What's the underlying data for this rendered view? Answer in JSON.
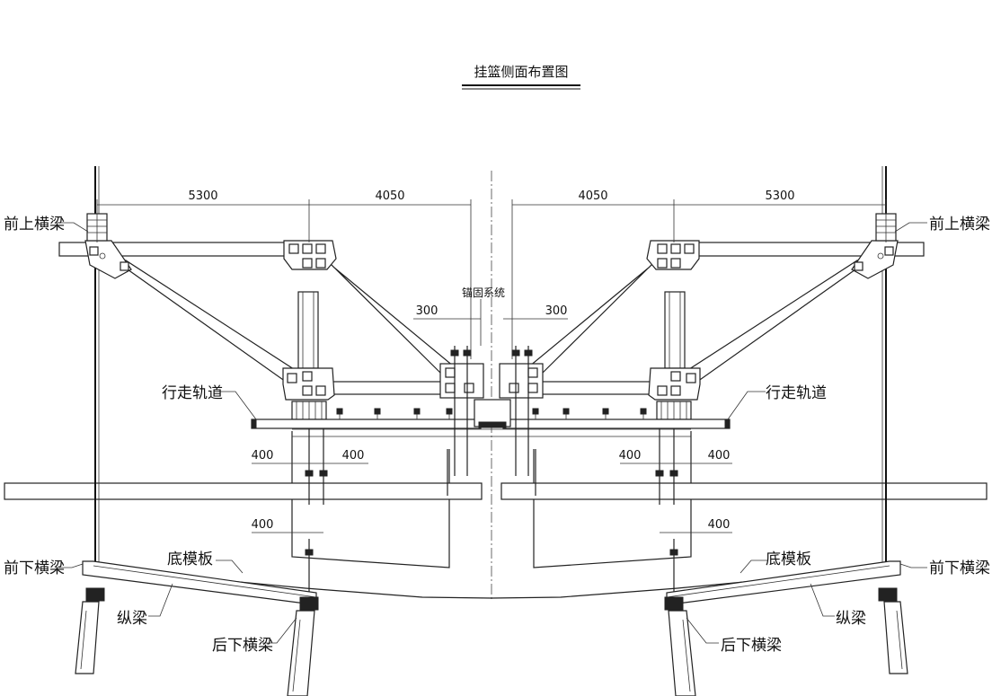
{
  "title": "挂篮侧面布置图",
  "labels": {
    "front_upper_beam": "前上横梁",
    "walking_track": "行走轨道",
    "anchor_system": "锚固系统",
    "front_lower_beam": "前下横梁",
    "bottom_form": "底模板",
    "longitudinal_beam": "纵梁",
    "rear_lower_beam": "后下横梁"
  },
  "dimensions": {
    "top_outer": "5300",
    "top_inner": "4050",
    "anchor_offset": "300",
    "hanger_offset": "400"
  },
  "colors": {
    "line": "#222222",
    "background": "#ffffff"
  }
}
